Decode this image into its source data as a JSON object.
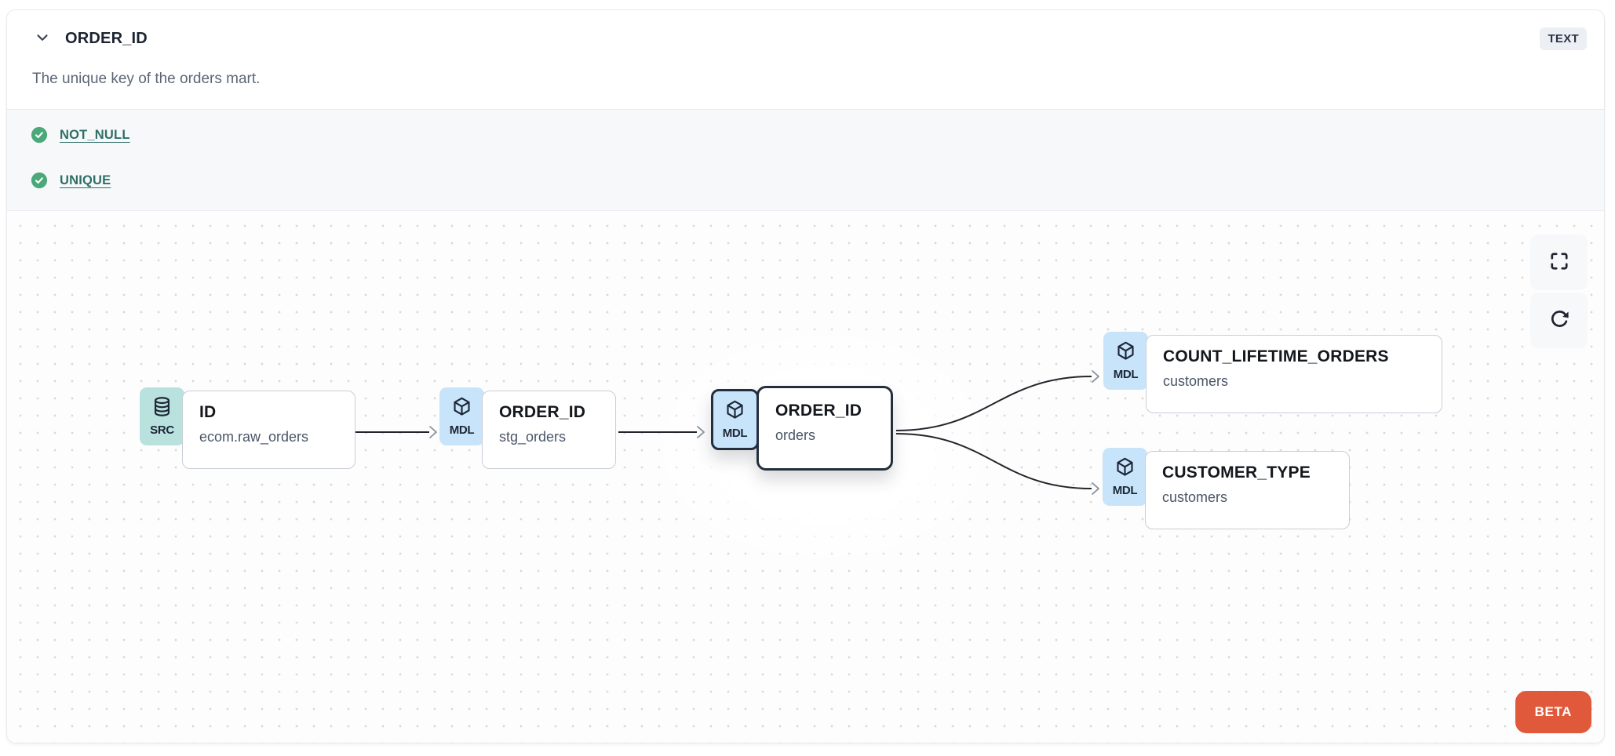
{
  "header": {
    "title": "ORDER_ID",
    "type_badge": "TEXT",
    "description": "The unique key of the orders mart.",
    "collapse_icon": "chevron-down-icon"
  },
  "tests": {
    "status_icon": "check-circle-icon",
    "items": [
      {
        "label": "NOT_NULL",
        "status": "pass"
      },
      {
        "label": "UNIQUE",
        "status": "pass"
      }
    ]
  },
  "lineage": {
    "nodes": [
      {
        "kind": "SRC",
        "icon": "database-icon",
        "title": "ID",
        "subtitle": "ecom.raw_orders",
        "selected": false
      },
      {
        "kind": "MDL",
        "icon": "cube-icon",
        "title": "ORDER_ID",
        "subtitle": "stg_orders",
        "selected": false
      },
      {
        "kind": "MDL",
        "icon": "cube-icon",
        "title": "ORDER_ID",
        "subtitle": "orders",
        "selected": true
      },
      {
        "kind": "MDL",
        "icon": "cube-icon",
        "title": "COUNT_LIFETIME_ORDERS",
        "subtitle": "customers",
        "selected": false
      },
      {
        "kind": "MDL",
        "icon": "cube-icon",
        "title": "CUSTOMER_TYPE",
        "subtitle": "customers",
        "selected": false
      }
    ],
    "edges": [
      {
        "from": "ID.ecom.raw_orders",
        "to": "ORDER_ID.stg_orders"
      },
      {
        "from": "ORDER_ID.stg_orders",
        "to": "ORDER_ID.orders"
      },
      {
        "from": "ORDER_ID.orders",
        "to": "COUNT_LIFETIME_ORDERS.customers"
      },
      {
        "from": "ORDER_ID.orders",
        "to": "CUSTOMER_TYPE.customers"
      }
    ],
    "controls": [
      {
        "name": "fullscreen",
        "icon": "fullscreen-icon"
      },
      {
        "name": "refresh",
        "icon": "refresh-icon"
      }
    ],
    "beta_label": "BETA"
  },
  "colors": {
    "accent_orange": "#e0593b",
    "test_pass_green": "#4ba879",
    "link_teal": "#2f6f68",
    "src_chip": "#b9e2df",
    "mdl_chip": "#c8e4fa",
    "selected_border": "#242e3e",
    "edge": "#22262b",
    "arrowhead": "#8a929c",
    "tests_bg": "#f7f8fa",
    "badge_bg": "#eceff3"
  }
}
